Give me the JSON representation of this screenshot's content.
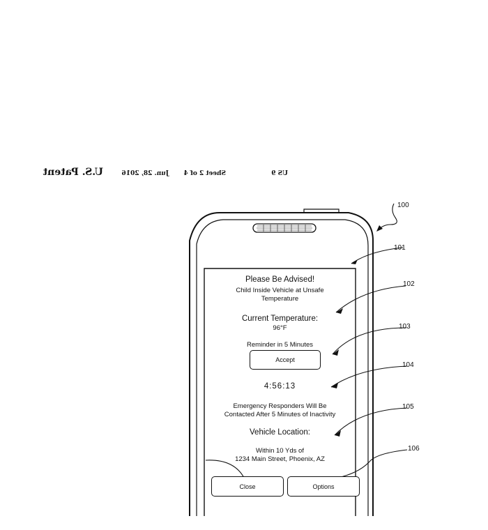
{
  "header": {
    "patent": "U.S. Patent",
    "date": "Jun. 28, 2016",
    "sheet": "Sheet 2 of 4",
    "number": "US 9"
  },
  "screen": {
    "advisory_title": "Please Be Advised!",
    "advisory_line1": "Child Inside Vehicle at Unsafe",
    "advisory_line2": "Temperature",
    "temperature_label": "Current Temperature:",
    "temperature_value": "96°F",
    "reminder_text": "Reminder in 5 Minutes",
    "accept_label": "Accept",
    "countdown": "4:56:13",
    "emergency_line1": "Emergency Responders Will Be",
    "emergency_line2": "Contacted After 5 Minutes of Inactivity",
    "location_label": "Vehicle Location:",
    "location_line1": "Within 10 Yds of",
    "location_line2": "1234 Main Street, Phoenix, AZ",
    "close_label": "Close",
    "options_label": "Options"
  },
  "references": {
    "device": "100",
    "screen": "101",
    "advisory": "102",
    "reminder": "103",
    "countdown": "104",
    "emergency": "105",
    "buttons": "106"
  }
}
